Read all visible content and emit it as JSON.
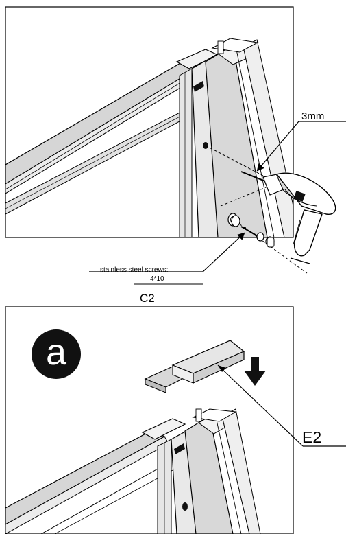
{
  "top_panel": {
    "drill_bit_label": "3mm",
    "screw_label": "stainless steel screws:",
    "screw_size": "4*10",
    "part_label": "C2"
  },
  "bottom_panel": {
    "step_badge": "a",
    "part_label": "E2"
  },
  "colors": {
    "line": "#000000",
    "profile_fill": "#d6d6d6",
    "profile_light": "#ececec",
    "badge": "#111111",
    "background": "#ffffff"
  }
}
